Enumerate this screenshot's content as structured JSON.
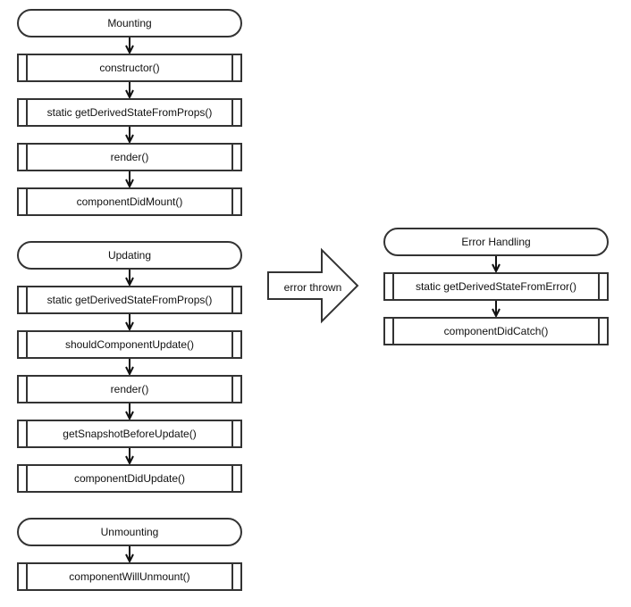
{
  "mounting": {
    "title": "Mounting",
    "steps": [
      "constructor()",
      "static getDerivedStateFromProps()",
      "render()",
      "componentDidMount()"
    ]
  },
  "updating": {
    "title": "Updating",
    "steps": [
      "static getDerivedStateFromProps()",
      "shouldComponentUpdate()",
      "render()",
      "getSnapshotBeforeUpdate()",
      "componentDidUpdate()"
    ]
  },
  "unmounting": {
    "title": "Unmounting",
    "steps": [
      "componentWillUnmount()"
    ]
  },
  "transition": {
    "label": "error thrown"
  },
  "error_handling": {
    "title": "Error Handling",
    "steps": [
      "static getDerivedStateFromError()",
      "componentDidCatch()"
    ]
  },
  "colors": {
    "stroke": "#333333",
    "background": "#ffffff"
  }
}
